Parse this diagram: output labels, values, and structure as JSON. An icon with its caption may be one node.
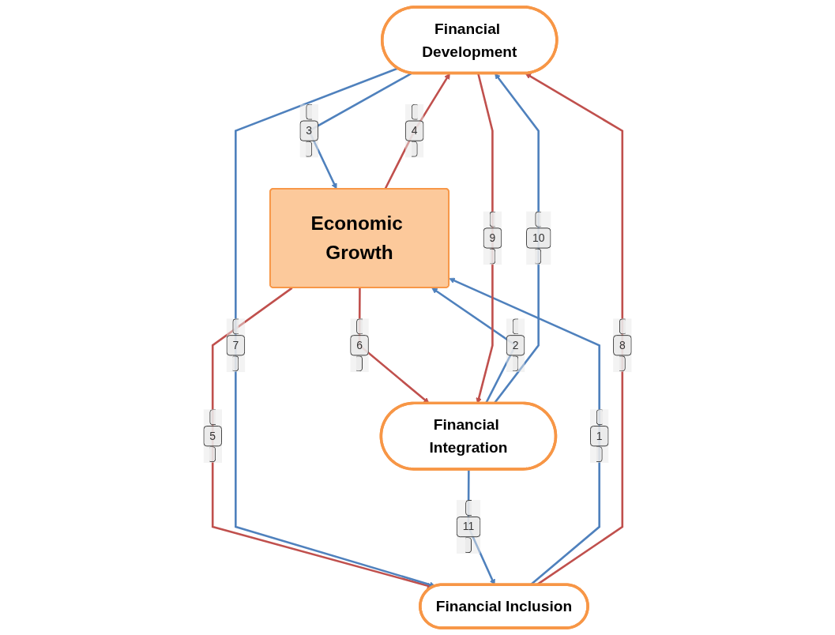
{
  "diagram": {
    "nodes": [
      {
        "text": [
          "Financial Development"
        ]
      },
      {
        "text": [
          "Financial Inclusion"
        ]
      },
      {
        "text": [
          "Economic Growth"
        ]
      },
      {
        "text": [
          "Financial Integration"
        ]
      }
    ],
    "edges": [
      {
        "from": 1,
        "to": 2,
        "arrow": "to",
        "label": "1"
      },
      {
        "from": 3,
        "to": 2,
        "arrow": "to",
        "label": "2"
      },
      {
        "from": 0,
        "to": 2,
        "arrow": "to",
        "label": "3"
      },
      {
        "from": 2,
        "to": 0,
        "arrow": "to",
        "label": "4",
        "color": "#c0504d"
      },
      {
        "from": 2,
        "to": 1,
        "arrow": "to",
        "label": "5",
        "color": "#c0504d"
      },
      {
        "from": 2,
        "to": 3,
        "arrow": "to",
        "label": "6",
        "color": "#c0504d"
      },
      {
        "from": 0,
        "to": 1,
        "arrow": "to",
        "label": "7"
      },
      {
        "from": 1,
        "to": 0,
        "arrow": "to",
        "label": "8",
        "color": "#c0504d"
      },
      {
        "from": 0,
        "to": 3,
        "arrow": "to",
        "label": "9",
        "color": "#c0504d"
      },
      {
        "from": 3,
        "to": 0,
        "arrow": "to",
        "label": "10"
      },
      {
        "from": 3,
        "to": 1,
        "arrow": "to",
        "label": "11"
      }
    ]
  }
}
